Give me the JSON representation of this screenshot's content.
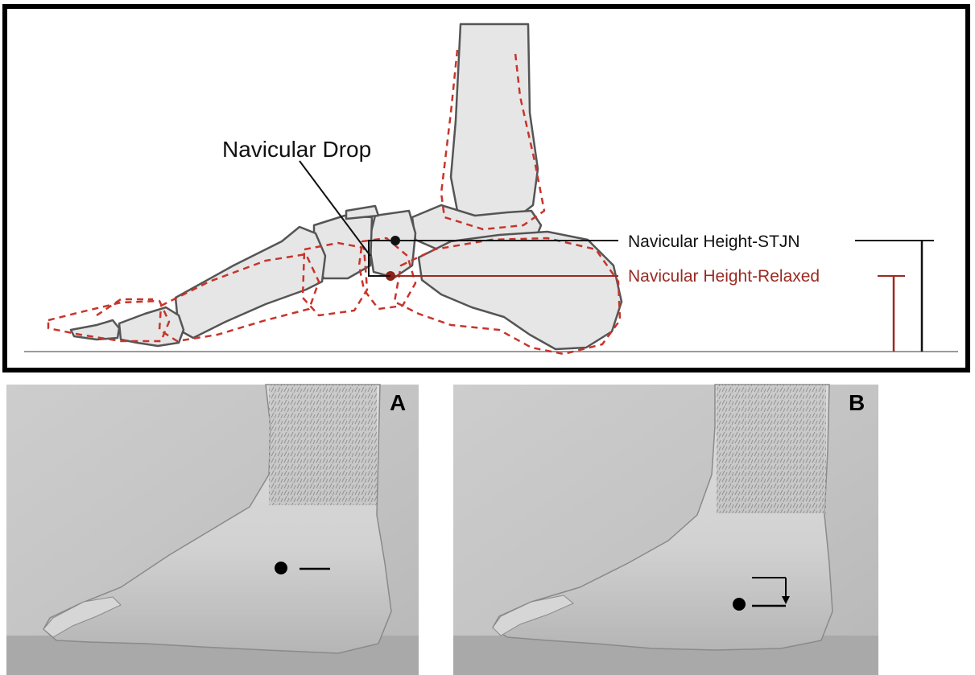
{
  "diagram": {
    "labels": {
      "navicular_drop": "Navicular Drop",
      "height_stjn": "Navicular Height-STJN",
      "height_relaxed": "Navicular Height-Relaxed"
    },
    "colors": {
      "stjn": "#111111",
      "relaxed": "#9a2a22",
      "bone_fill": "#e6e6e6",
      "bone_stroke": "#555555",
      "dashed_outline": "#c8342b"
    }
  },
  "photos": [
    {
      "panel_label": "A"
    },
    {
      "panel_label": "B"
    }
  ]
}
